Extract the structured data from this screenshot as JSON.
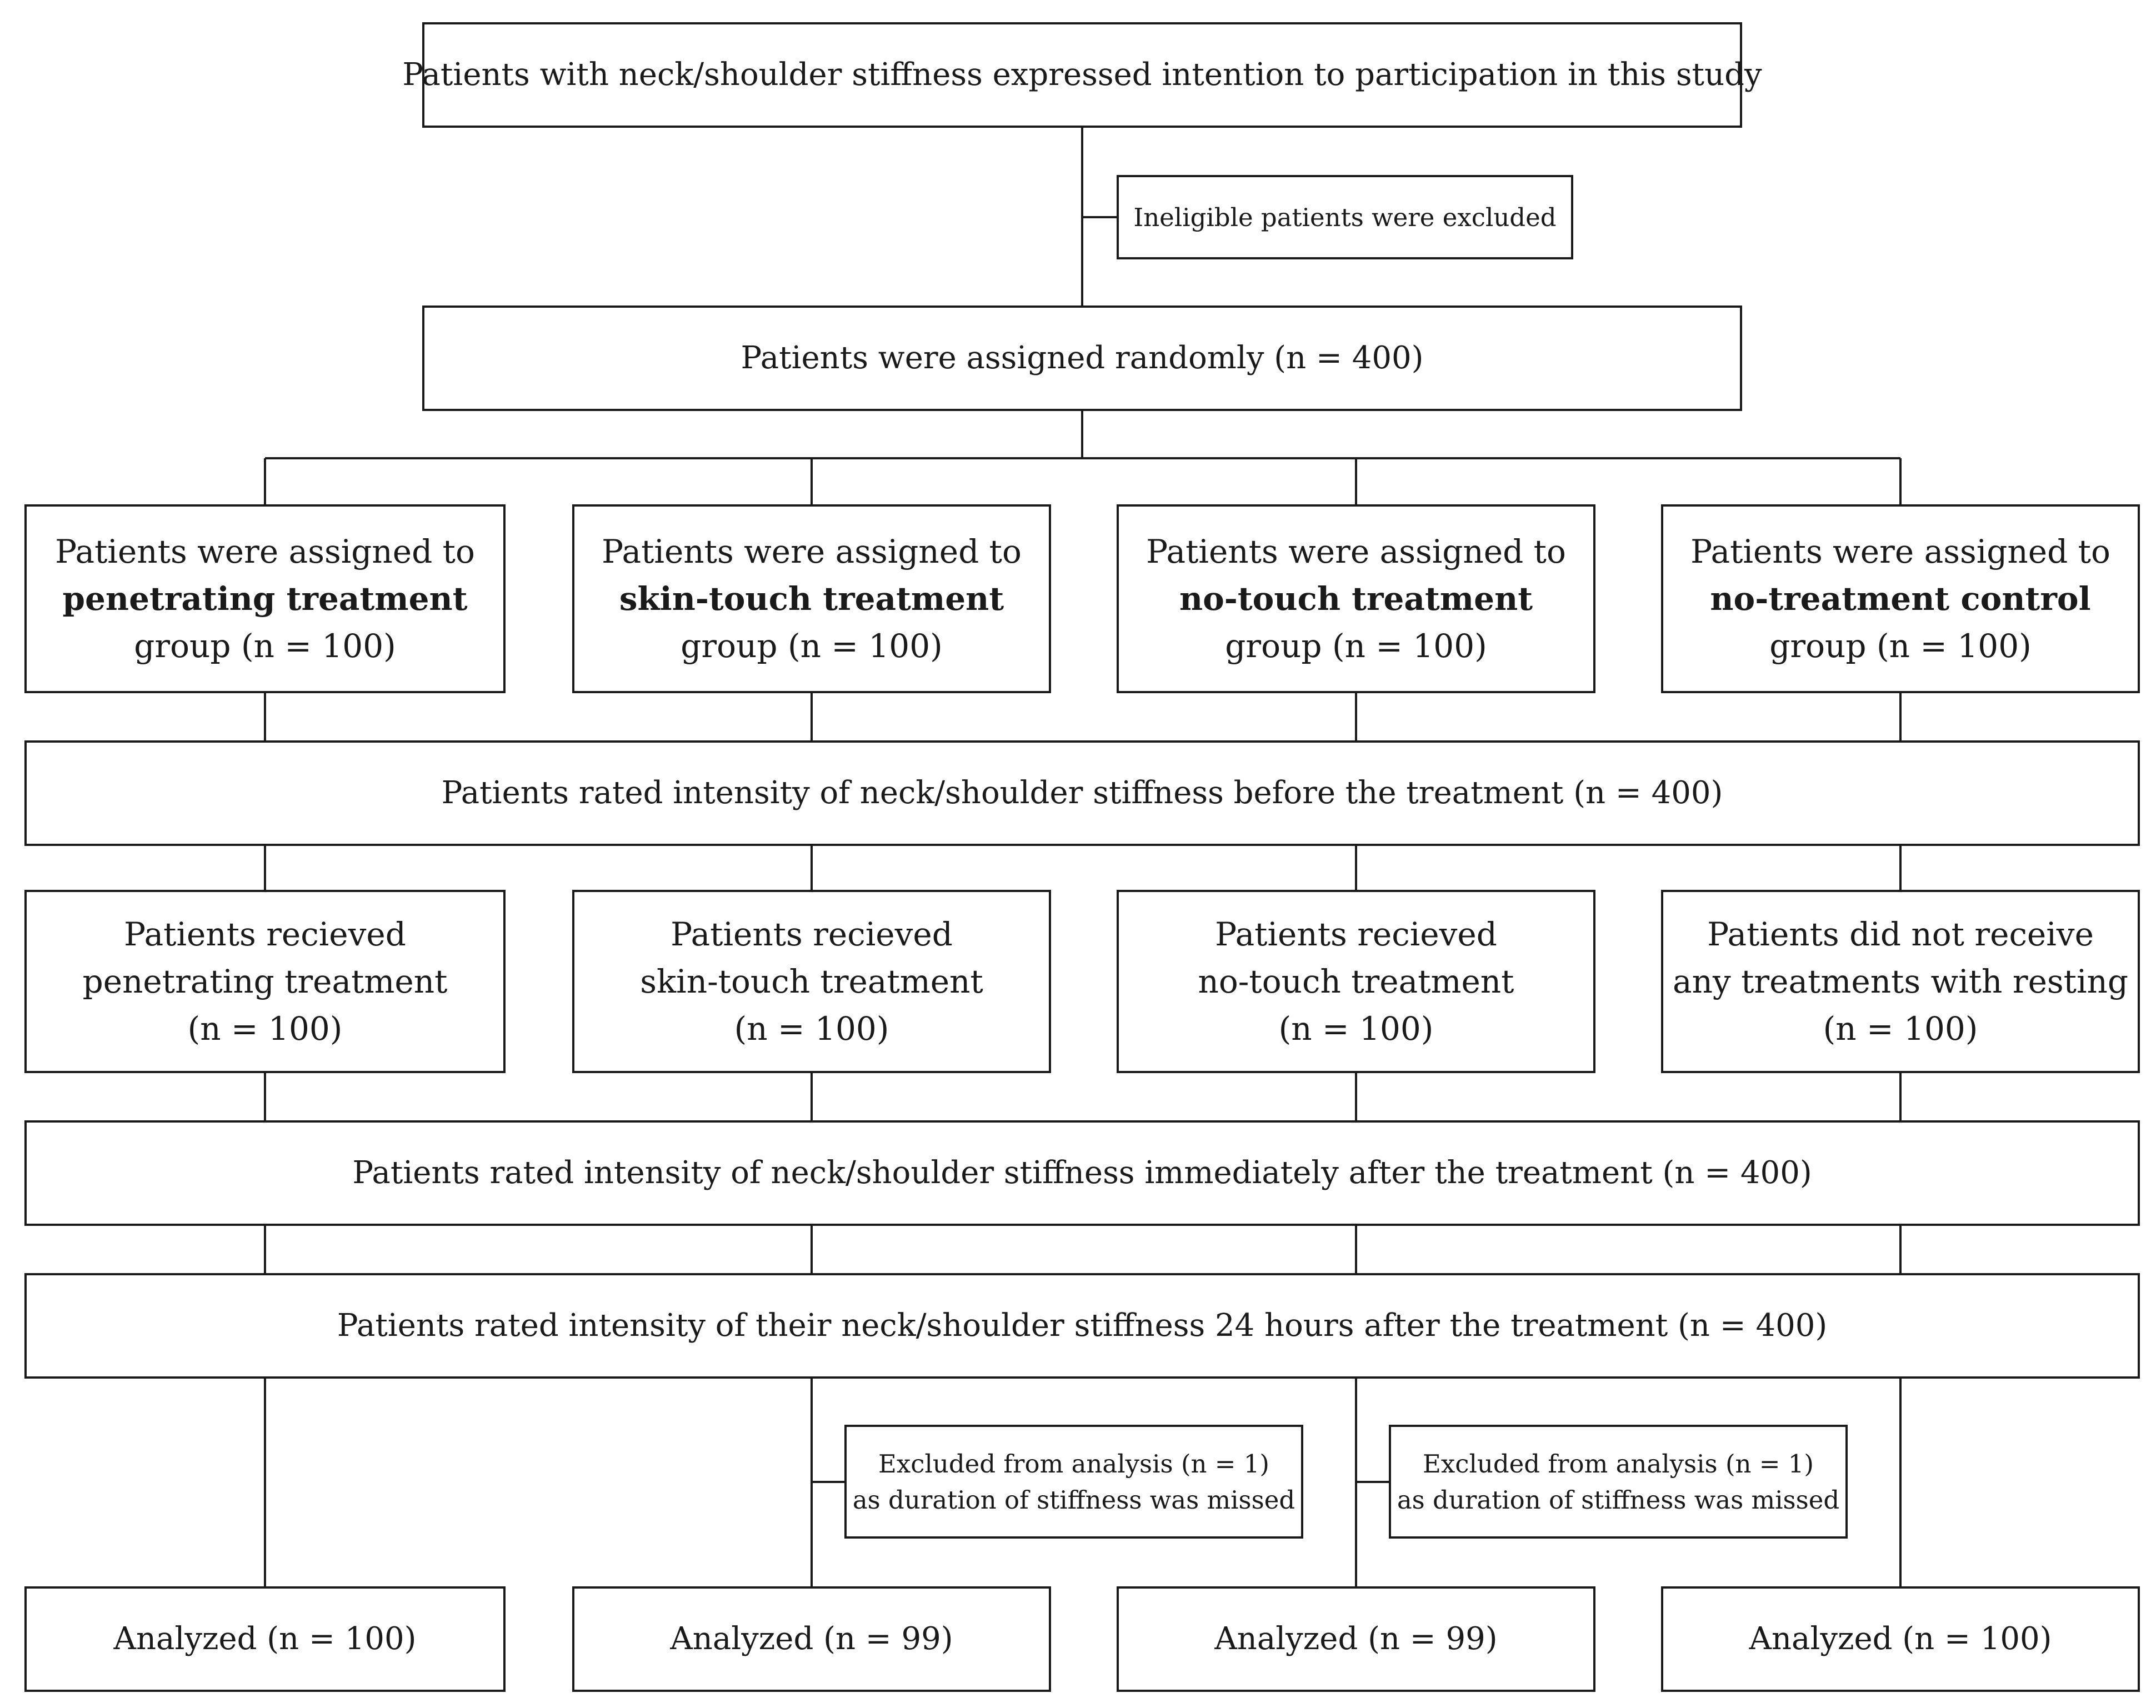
{
  "enrollment": {
    "text": "Patients with neck/shoulder stiffness expressed intention to participation in this study"
  },
  "excluded_ineligible": {
    "text": "Ineligible patients were excluded"
  },
  "randomized": {
    "text": "Patients were assigned randomly (n = 400)"
  },
  "groups": [
    {
      "line1": "Patients were assigned to",
      "name": "penetrating treatment",
      "line3": "group (n = 100)"
    },
    {
      "line1": "Patients were assigned to",
      "name": "skin-touch treatment",
      "line3": "group (n = 100)"
    },
    {
      "line1": "Patients were assigned to",
      "name": "no-touch treatment",
      "line3": "group (n = 100)"
    },
    {
      "line1": "Patients were assigned to",
      "name": "no-treatment control",
      "line3": "group (n = 100)"
    }
  ],
  "rating_before": {
    "text": "Patients rated intensity of neck/shoulder stiffness before the treatment (n = 400)"
  },
  "received": [
    {
      "line1": "Patients recieved",
      "line2": "penetrating treatment",
      "line3": "(n = 100)"
    },
    {
      "line1": "Patients recieved",
      "line2": "skin-touch treatment",
      "line3": "(n = 100)"
    },
    {
      "line1": "Patients recieved",
      "line2": "no-touch treatment",
      "line3": "(n = 100)"
    },
    {
      "line1": "Patients did not receive",
      "line2": "any treatments with resting",
      "line3": "(n = 100)"
    }
  ],
  "rating_immediately": {
    "text": "Patients rated intensity of neck/shoulder stiffness immediately after the treatment (n = 400)"
  },
  "rating_24h": {
    "text": "Patients rated intensity of their neck/shoulder stiffness 24 hours after the treatment (n = 400)"
  },
  "exclusions": [
    {
      "line1": "Excluded from analysis (n = 1)",
      "line2": "as duration of stiffness was missed"
    },
    {
      "line1": "Excluded from analysis (n = 1)",
      "line2": "as duration of stiffness was missed"
    }
  ],
  "analyzed": [
    {
      "text": "Analyzed (n = 100)"
    },
    {
      "text": "Analyzed (n = 99)"
    },
    {
      "text": "Analyzed (n = 99)"
    },
    {
      "text": "Analyzed (n = 100)"
    }
  ],
  "colors": {
    "line": "#1a1a1a",
    "text": "#1a1a1a",
    "background": "#ffffff"
  }
}
